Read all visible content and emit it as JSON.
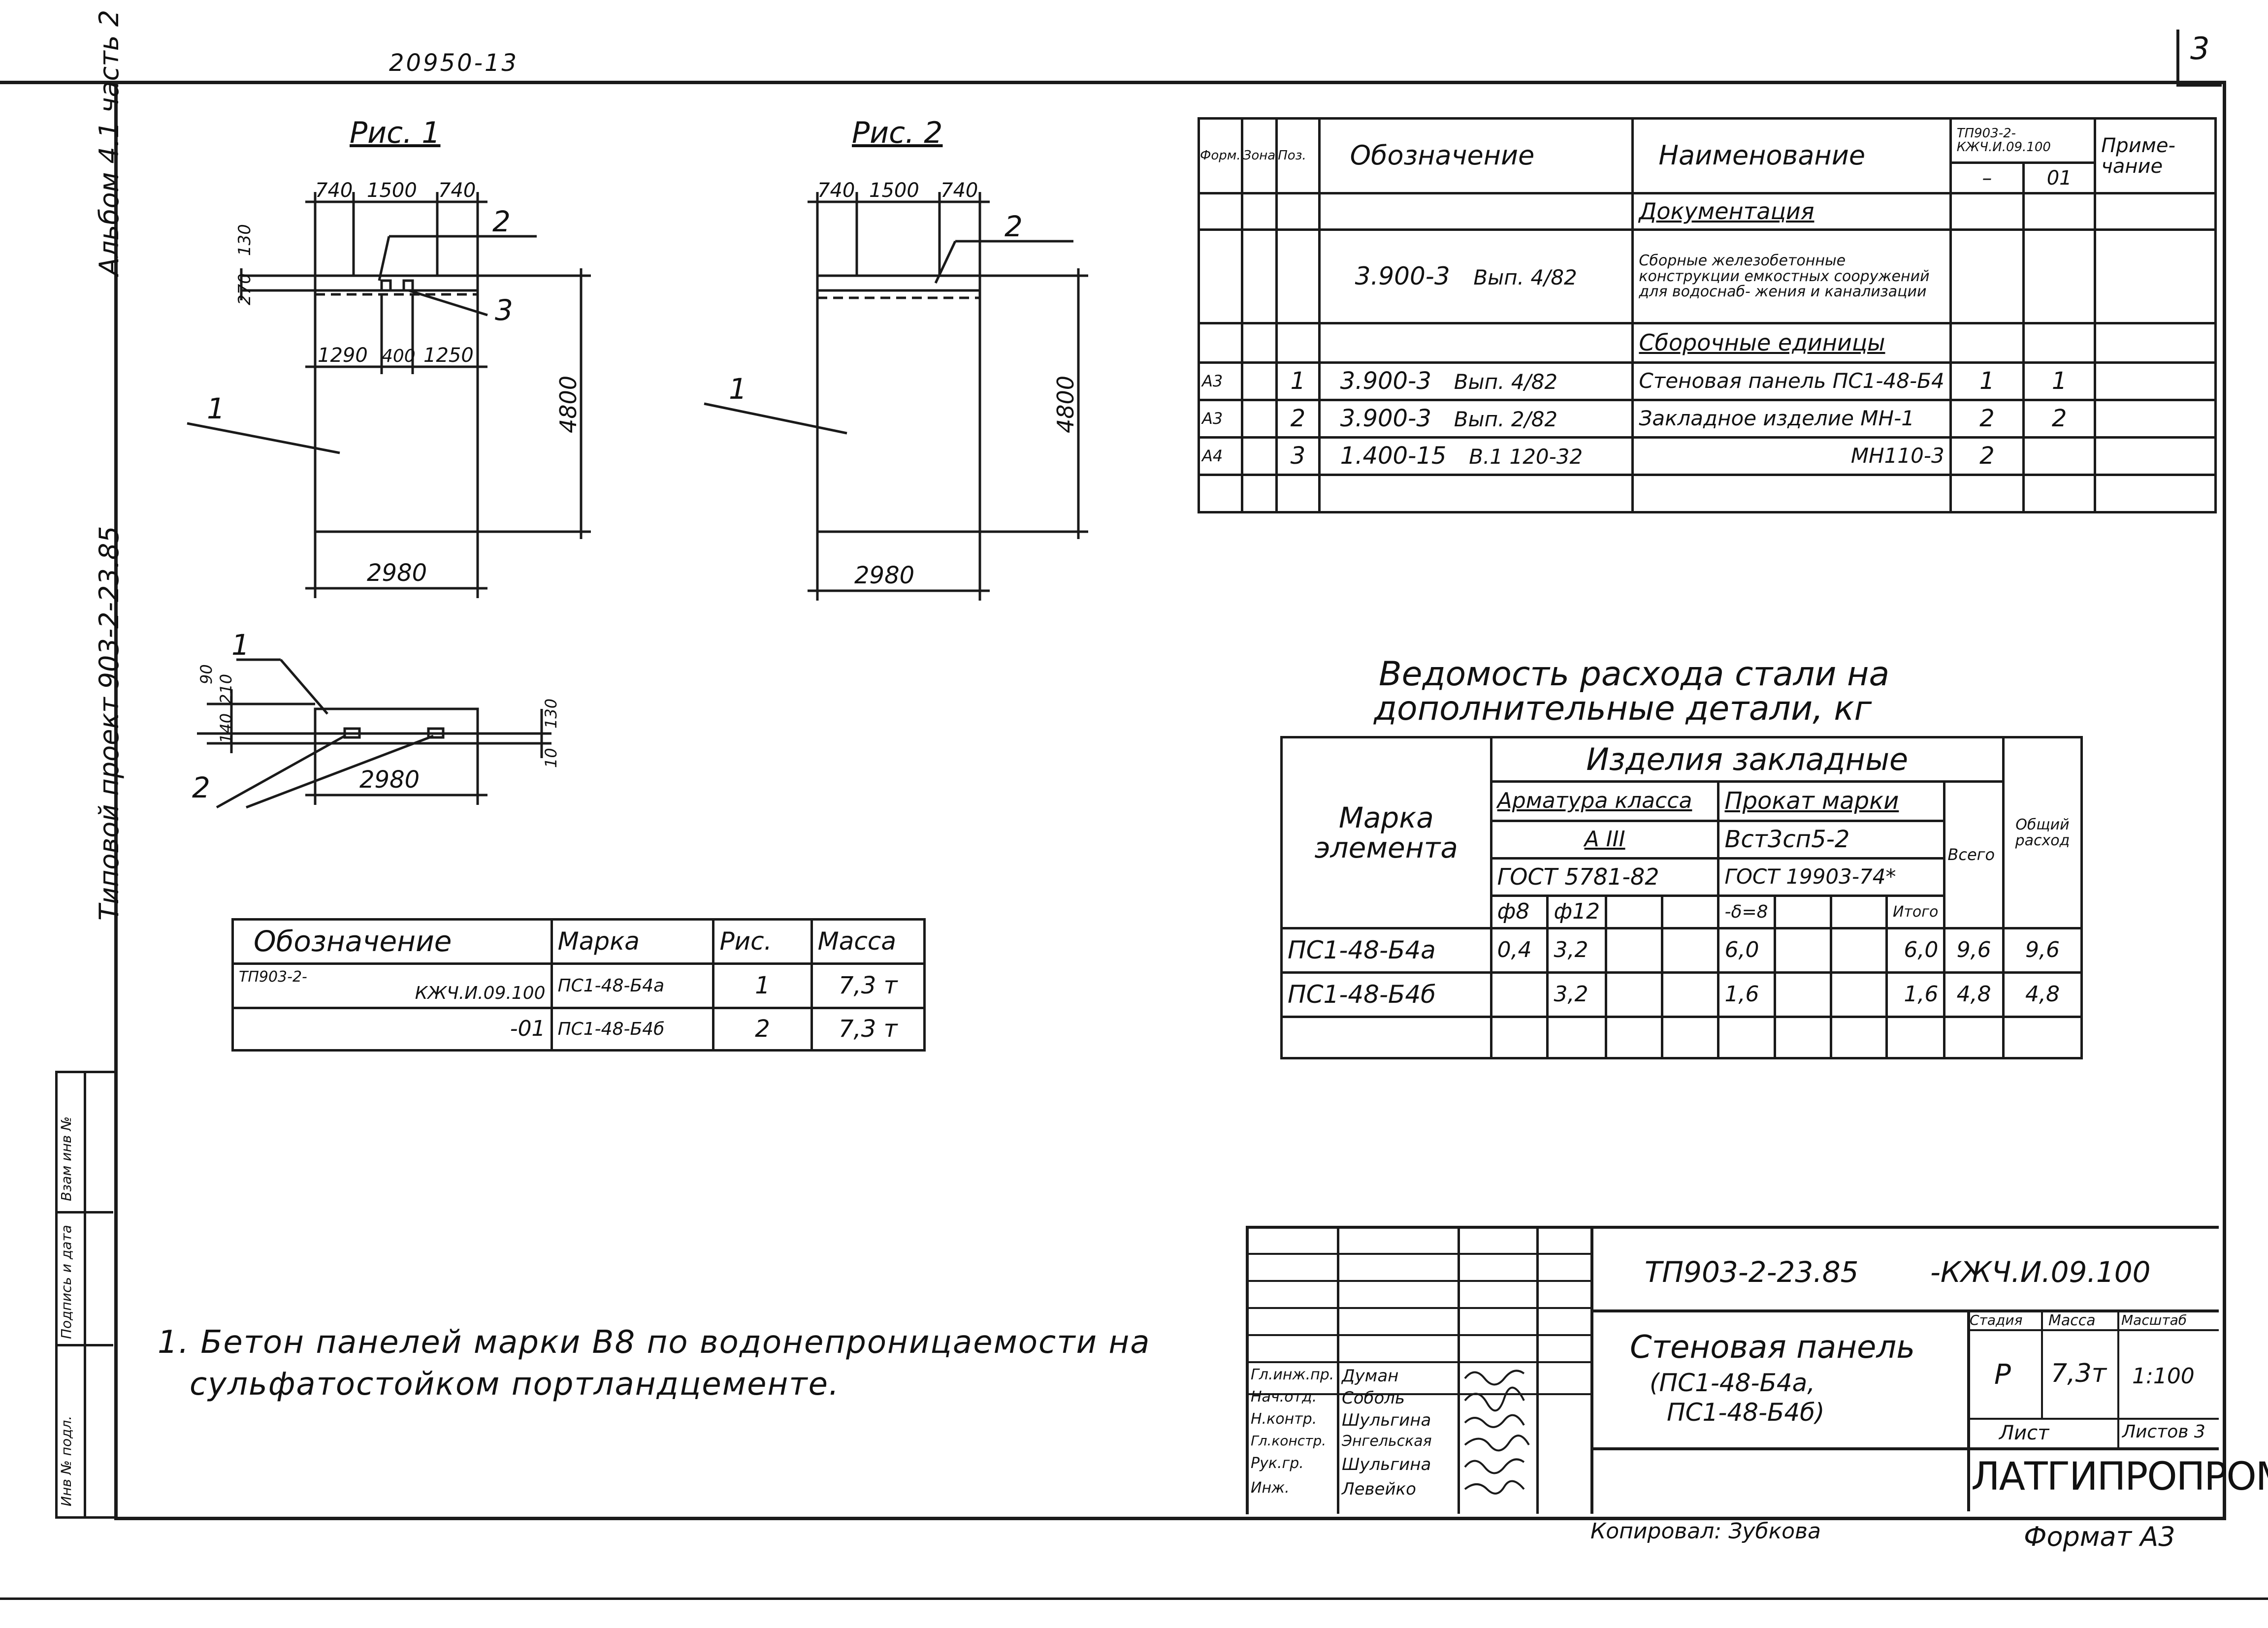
{
  "header": {
    "doc_code_top": "20950-13",
    "sheet_number": "3"
  },
  "side": {
    "album": "Альбом 4.1 часть 2",
    "project": "Типовой проект 903-2-23.85",
    "stamp_cells": [
      "Взам инв №",
      "Подпись и дата",
      "Инв № подл."
    ]
  },
  "figures": {
    "fig1": {
      "title": "Рис. 1",
      "top_dims": [
        "740",
        "1500",
        "740"
      ],
      "mid_dims": [
        "1290",
        "400",
        "1250"
      ],
      "left_dims": [
        "270",
        "130"
      ],
      "height": "4800",
      "width": "2980",
      "callouts": [
        "1",
        "2",
        "3"
      ]
    },
    "fig2": {
      "title": "Рис. 2",
      "top_dims": [
        "740",
        "1500",
        "740"
      ],
      "height": "4800",
      "width": "2980",
      "callouts": [
        "1",
        "2"
      ]
    },
    "plan": {
      "width": "2980",
      "left_dims": [
        "210",
        "140",
        "90"
      ],
      "right_dims": [
        "130",
        "10"
      ],
      "callouts": [
        "1",
        "2"
      ]
    }
  },
  "spec_table": {
    "head": {
      "format": "Форм.",
      "zone": "Зона",
      "pos": "Поз.",
      "designation": "Обозначение",
      "name": "Наименование",
      "qty_doc": "ТП903-2-КЖЧ.И.09.100",
      "qty_a": "–",
      "qty_b": "01",
      "note": "Приме-чание"
    },
    "rows": [
      {
        "format": "",
        "zone": "",
        "pos": "",
        "desig": "",
        "desig2": "",
        "name": "Документация",
        "qa": "",
        "qb": ""
      },
      {
        "format": "",
        "zone": "",
        "pos": "",
        "desig": "3.900-3",
        "desig2": "Вып. 4/82",
        "name": "Сборные железобетонные конструкции емкостных сооружений для водоснаб- жения и канализации",
        "qa": "",
        "qb": ""
      },
      {
        "format": "",
        "zone": "",
        "pos": "",
        "desig": "",
        "desig2": "",
        "name": "Сборочные единицы",
        "qa": "",
        "qb": ""
      },
      {
        "format": "А3",
        "zone": "",
        "pos": "1",
        "desig": "3.900-3",
        "desig2": "Вып. 4/82",
        "name": "Стеновая панель  ПС1-48-Б4",
        "qa": "1",
        "qb": "1"
      },
      {
        "format": "А3",
        "zone": "",
        "pos": "2",
        "desig": "3.900-3",
        "desig2": "Вып. 2/82",
        "name": "Закладное изделие  МН-1",
        "qa": "2",
        "qb": "2"
      },
      {
        "format": "А4",
        "zone": "",
        "pos": "3",
        "desig": "1.400-15",
        "desig2": "В.1  120-32",
        "name": "МН110-3",
        "qa": "2",
        "qb": ""
      },
      {
        "format": "",
        "zone": "",
        "pos": "",
        "desig": "",
        "desig2": "",
        "name": "",
        "qa": "",
        "qb": ""
      }
    ]
  },
  "steel": {
    "title_line1": "Ведомость расхода стали на",
    "title_line2": "дополнительные детали, кг",
    "mark_head": "Марка элемента",
    "embedded": "Изделия закладные",
    "rebar_class": "Арматура класса",
    "rebar_grade": "А III",
    "rebar_gost": "ГОСТ 5781-82",
    "rolled_mark": "Прокат марки",
    "rolled_grade": "Вст3сп5-2",
    "rolled_gost": "ГОСТ 19903-74*",
    "total_all": "Всего",
    "grand_total": "Общий расход",
    "sub_cols": [
      "ф8",
      "ф12",
      "",
      "",
      "-δ=8",
      "",
      "",
      "Итого"
    ],
    "rows": [
      {
        "mark": "ПС1-48-Б4а",
        "cells": [
          "0,4",
          "3,2",
          "",
          "",
          "6,0",
          "",
          "",
          "6,0"
        ],
        "vsego": "9,6",
        "total": "9,6"
      },
      {
        "mark": "ПС1-48-Б4б",
        "cells": [
          "",
          "3,2",
          "",
          "",
          "1,6",
          "",
          "",
          "1,6"
        ],
        "vsego": "4,8",
        "total": "4,8"
      },
      {
        "mark": "",
        "cells": [
          "",
          "",
          "",
          "",
          "",
          "",
          "",
          ""
        ],
        "vsego": "",
        "total": ""
      }
    ]
  },
  "variants": {
    "head": [
      "Обозначение",
      "Марка",
      "Рис.",
      "Масса"
    ],
    "rows": [
      {
        "d1": "ТП903-2-",
        "d2": "КЖЧ.И.09.100",
        "mark": "ПС1-48-Б4а",
        "fig": "1",
        "mass": "7,3 т"
      },
      {
        "d1": "",
        "d2": "-01",
        "mark": "ПС1-48-Б4б",
        "fig": "2",
        "mass": "7,3 т"
      }
    ]
  },
  "note": {
    "line1": "1. Бетон панелей марки В8 по водонепроницаемости на",
    "line2": "сульфатостойком портландцементе."
  },
  "title_block": {
    "code": "ТП903-2-23.85",
    "code2": "-КЖЧ.И.09.100",
    "title1": "Стеновая панель",
    "title2": "(ПС1-48-Б4а,",
    "title3": "ПС1-48-Б4б)",
    "stage_h": "Стадия",
    "mass_h": "Масса",
    "scale_h": "Масштаб",
    "stage": "Р",
    "mass": "7,3т",
    "scale": "1:100",
    "sheet_h": "Лист",
    "sheets_h": "Листов 3",
    "org": "ЛАТГИПРОПРОМ",
    "people": [
      {
        "role": "Гл.инж.пр.",
        "name": "Думан"
      },
      {
        "role": "Нач.отд.",
        "name": "Соболь"
      },
      {
        "role": "Н.контр.",
        "name": "Шульгина"
      },
      {
        "role": "Гл.констр.",
        "name": "Энгельская"
      },
      {
        "role": "Рук.гр.",
        "name": "Шульгина"
      },
      {
        "role": "Инж.",
        "name": "Левейко"
      }
    ]
  },
  "footer": {
    "copied": "Копировал: Зубкова",
    "format": "Формат А3"
  }
}
